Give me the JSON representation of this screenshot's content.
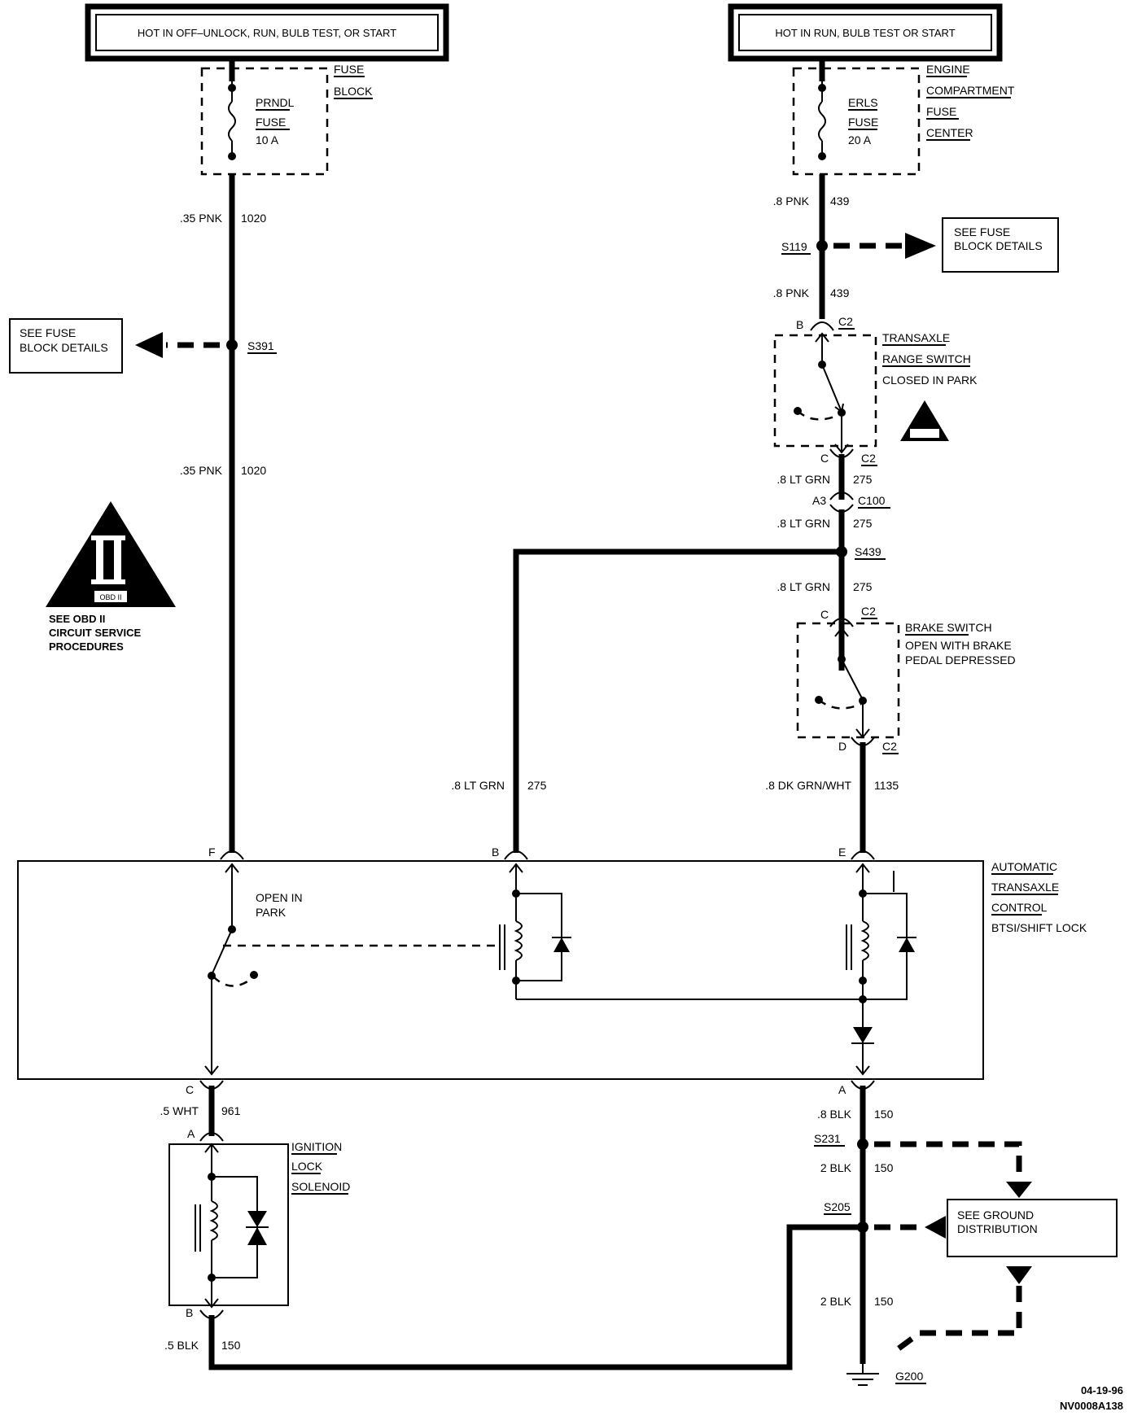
{
  "headers": {
    "left": "HOT IN OFF–UNLOCK, RUN, BULB TEST, OR START",
    "right": "HOT IN RUN, BULB TEST OR START"
  },
  "fuses": {
    "left": {
      "name": "PRNDL",
      "fuse_word": "FUSE",
      "rating": "10 A",
      "location": [
        "FUSE",
        "BLOCK"
      ]
    },
    "right": {
      "name": "ERLS",
      "fuse_word": "FUSE",
      "rating": "20 A",
      "location": [
        "ENGINE",
        "COMPARTMENT",
        "FUSE",
        "CENTER"
      ]
    }
  },
  "wires": {
    "w1020_top": {
      "size": ".35 PNK",
      "circuit": "1020"
    },
    "w1020_mid": {
      "size": ".35 PNK",
      "circuit": "1020"
    },
    "w439_top": {
      "size": ".8 PNK",
      "circuit": "439"
    },
    "w439_bot": {
      "size": ".8 PNK",
      "circuit": "439"
    },
    "w275_a": {
      "size": ".8 LT GRN",
      "circuit": "275"
    },
    "w275_b": {
      "size": ".8 LT GRN",
      "circuit": "275"
    },
    "w275_c": {
      "size": ".8 LT GRN",
      "circuit": "275"
    },
    "w275_left": {
      "size": ".8 LT GRN",
      "circuit": "275"
    },
    "w1135": {
      "size": ".8 DK GRN/WHT",
      "circuit": "1135"
    },
    "w961": {
      "size": ".5 WHT",
      "circuit": "961"
    },
    "w150_left": {
      "size": ".5 BLK",
      "circuit": "150"
    },
    "w150_a": {
      "size": ".8 BLK",
      "circuit": "150"
    },
    "w150_b": {
      "size": "2 BLK",
      "circuit": "150"
    },
    "w150_c": {
      "size": "2 BLK",
      "circuit": "150"
    }
  },
  "splices": {
    "s5391": "S391",
    "s119": "S119",
    "s439": "S439",
    "s231": "S231",
    "s205": "S205"
  },
  "see_boxes": {
    "fuse_left": [
      "SEE FUSE",
      "BLOCK DETAILS"
    ],
    "fuse_right": [
      "SEE FUSE",
      "BLOCK DETAILS"
    ],
    "ground": [
      "SEE GROUND",
      "DISTRIBUTION"
    ]
  },
  "obd": {
    "label": "OBD II",
    "note": [
      "SEE OBD II",
      "CIRCUIT SERVICE",
      "PROCEDURES"
    ]
  },
  "components": {
    "range_switch": [
      "TRANSAXLE",
      "RANGE SWITCH",
      "CLOSED IN PARK"
    ],
    "brake_switch": [
      "BRAKE SWITCH",
      "OPEN WITH BRAKE",
      "PEDAL DEPRESSED"
    ],
    "module": [
      "AUTOMATIC",
      "TRANSAXLE",
      "CONTROL",
      "BTSI/SHIFT LOCK"
    ],
    "park_switch": [
      "OPEN IN",
      "PARK"
    ],
    "solenoid": [
      "IGNITION",
      "LOCK",
      "SOLENOID"
    ]
  },
  "connectors": {
    "c2_b": {
      "pin": "B",
      "name": "C2"
    },
    "c2_c1": {
      "pin": "C",
      "name": "C2"
    },
    "c100": {
      "pin": "A3",
      "name": "C100"
    },
    "c2_c2": {
      "pin": "C",
      "name": "C2"
    },
    "c2_d": {
      "pin": "D",
      "name": "C2"
    },
    "mod_f": "F",
    "mod_b": "B",
    "mod_e": "E",
    "mod_c": "C",
    "mod_a": "A",
    "sol_a": "A",
    "sol_b": "B"
  },
  "ground": "G200",
  "footer": {
    "date": "04-19-96",
    "code": "NV0008A138"
  }
}
